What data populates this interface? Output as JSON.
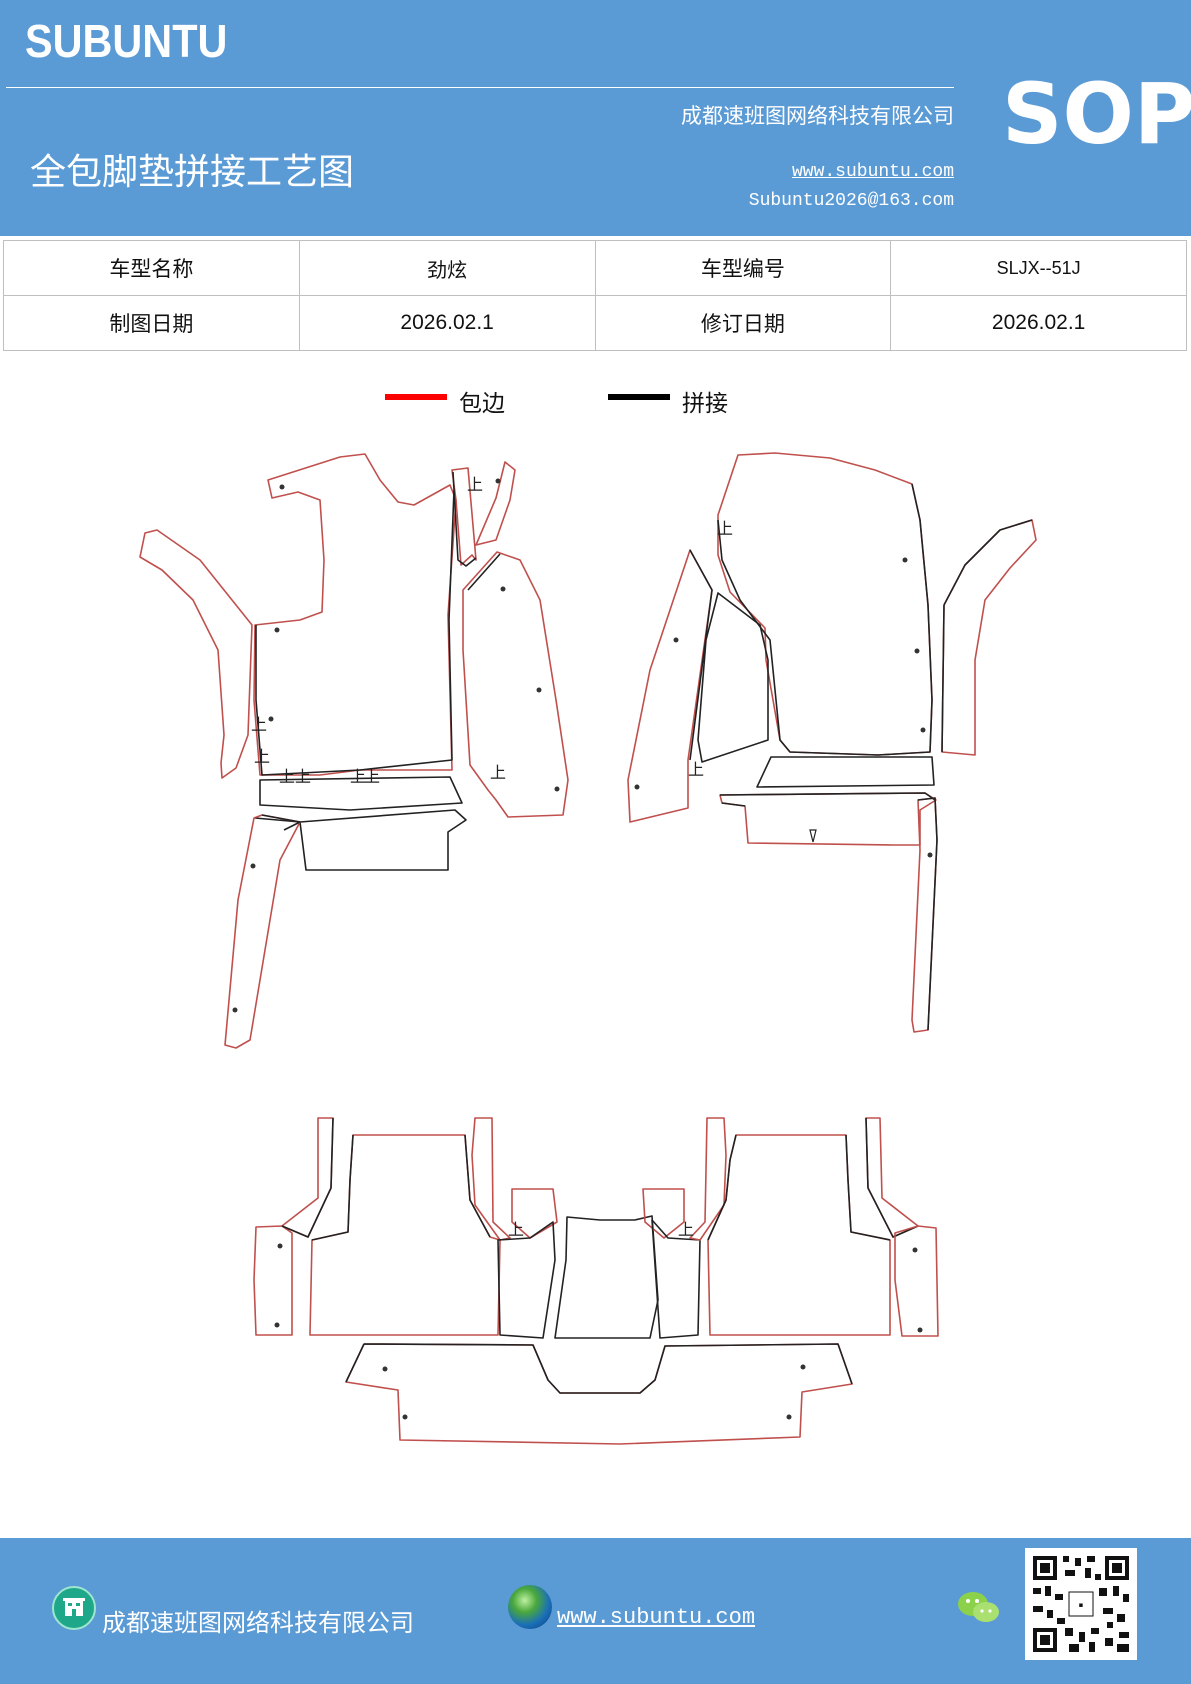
{
  "header": {
    "brand": "SUBUNTU",
    "company": "成都速班图网络科技有限公司",
    "title": "全包脚垫拼接工艺图",
    "website": "www.subuntu.com",
    "email": "Subuntu2026@163.com",
    "badge": "SOP"
  },
  "info_table": {
    "rows": [
      {
        "label1": "车型名称",
        "value1": "劲炫",
        "label2": "车型编号",
        "value2": "SLJX--51J"
      },
      {
        "label1": "制图日期",
        "value1": "2026.02.1",
        "label2": "修订日期",
        "value2": "2026.02.1"
      }
    ]
  },
  "legend": [
    {
      "label": "包边",
      "color": "#ff0000"
    },
    {
      "label": "拼接",
      "color": "#000000"
    }
  ],
  "diagram": {
    "edge_color": "#c0504d",
    "seam_color": "#222222",
    "marker_text": "上"
  },
  "footer": {
    "company": "成都速班图网络科技有限公司",
    "website": "www.subuntu.com",
    "company_icon": "building-icon",
    "website_icon": "globe-icon",
    "wechat_icon": "wechat-icon"
  }
}
